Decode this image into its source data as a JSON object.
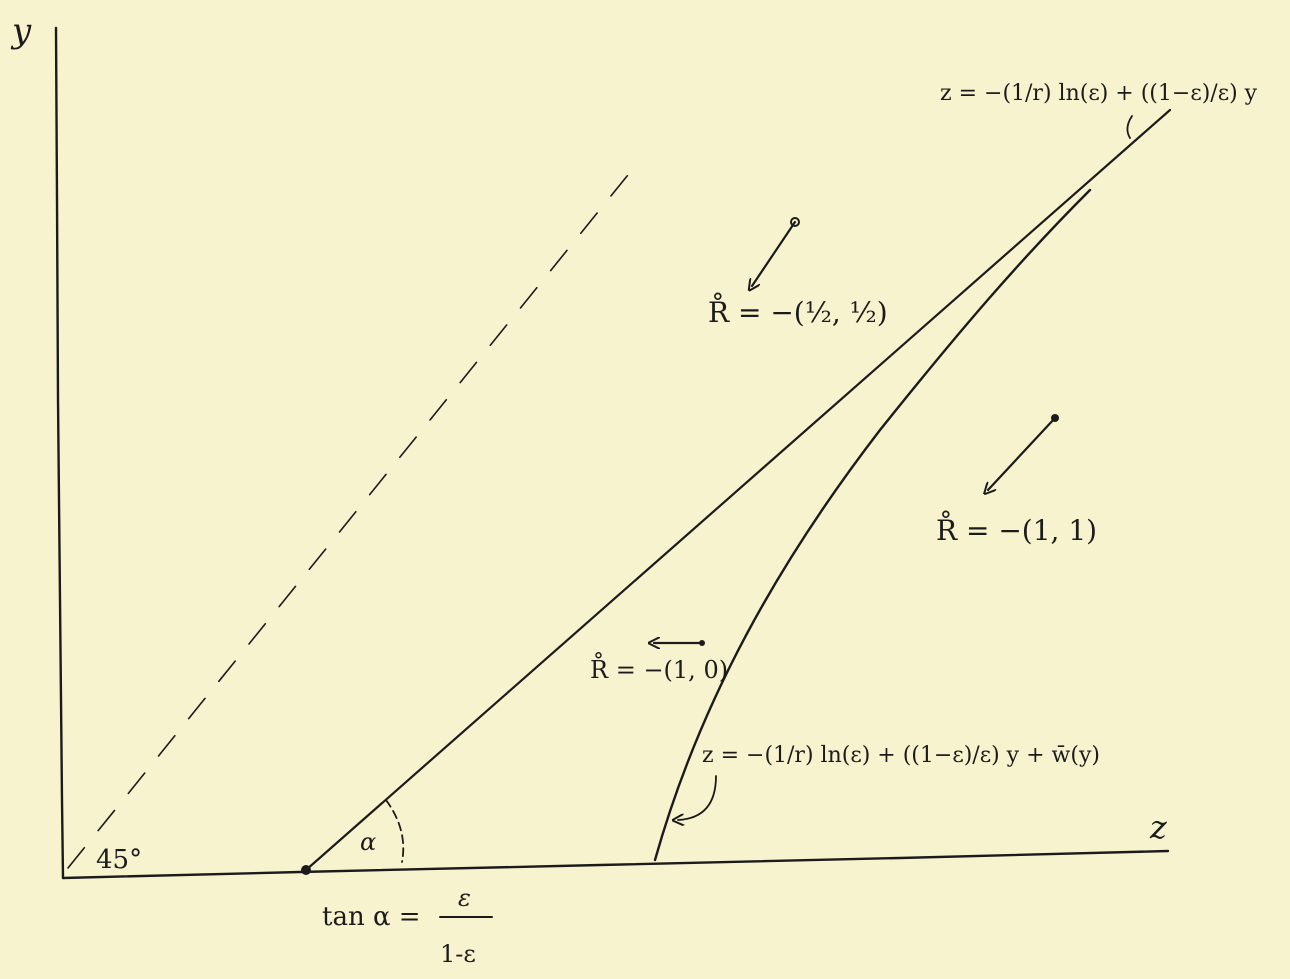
{
  "axes": {
    "y_label": "y",
    "z_label": "z"
  },
  "angles": {
    "dashed_angle_label": "45°",
    "alpha_label": "α"
  },
  "formulas": {
    "tan_lhs": "tan α =",
    "tan_numerator": "ε",
    "tan_denominator": "1-ε",
    "upper_curve": "z = −(1/r) ln(ε) + ((1−ε)/ε) y",
    "lower_curve": "z = −(1/r) ln(ε) + ((1−ε)/ε) y + w̄(y)"
  },
  "regions": {
    "left_region": "R̊ = −(1, 0)",
    "middle_region": "R̊ = −(½, ½)",
    "right_region": "R̊ = −(1, 1)"
  },
  "colors": {
    "paper": "#f8f3cf",
    "ink": "#1b1b1b"
  }
}
